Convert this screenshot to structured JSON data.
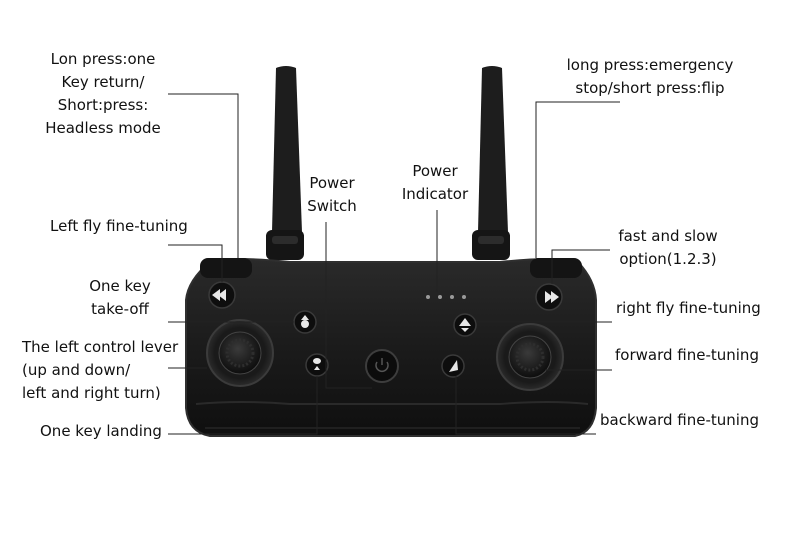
{
  "labels": {
    "key_return": [
      "Lon press:one",
      "Key return/",
      "Short:press:",
      "Headless mode"
    ],
    "emergency": [
      "long press:emergency",
      "stop/short press:flip"
    ],
    "power_switch": [
      "Power",
      "Switch"
    ],
    "power_indicator": [
      "Power",
      "Indicator"
    ],
    "left_fine": "Left fly fine-tuning",
    "speed": [
      "fast and slow",
      "option(1.2.3)"
    ],
    "takeoff": [
      "One key",
      "take-off"
    ],
    "right_fine": "right fly fine-tuning",
    "left_lever": [
      "The left control lever",
      "(up and down/",
      "left and right turn)"
    ],
    "forward_fine": "forward fine-tuning",
    "landing": "One key landing",
    "backward_fine": "backward fine-tuning"
  },
  "colors": {
    "body": "#1c1c1c",
    "body_edge": "#2b2b2b",
    "leader_line": "#222222",
    "indicator_dot": "#9a9a9a",
    "button": "#111111",
    "button_icon": "#e8e8e8"
  },
  "icons": [
    "left-trim-icon",
    "right-trim-icon",
    "takeoff-icon",
    "landing-icon",
    "power-icon",
    "right-fly-trim-icon",
    "forward-backward-trim-icon"
  ]
}
